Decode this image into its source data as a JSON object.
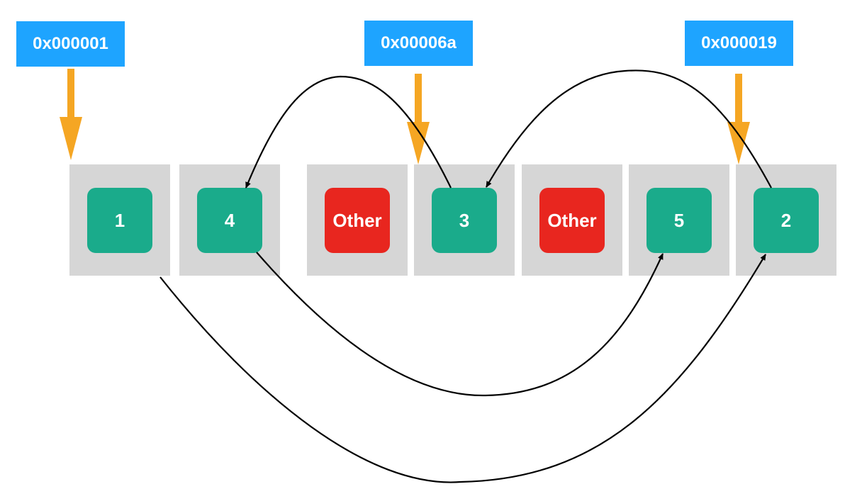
{
  "pointers": [
    {
      "id": "p1",
      "label": "0x000001",
      "target_slot": 0
    },
    {
      "id": "p2",
      "label": "0x00006a",
      "target_slot": 3
    },
    {
      "id": "p3",
      "label": "0x000019",
      "target_slot": 6
    }
  ],
  "slots": [
    {
      "kind": "element",
      "label": "1"
    },
    {
      "kind": "element",
      "label": "4"
    },
    {
      "kind": "other",
      "label": "Other"
    },
    {
      "kind": "element",
      "label": "3"
    },
    {
      "kind": "other",
      "label": "Other"
    },
    {
      "kind": "element",
      "label": "5"
    },
    {
      "kind": "element",
      "label": "2"
    }
  ],
  "links": [
    {
      "from": "1",
      "to": "2"
    },
    {
      "from": "2",
      "to": "3"
    },
    {
      "from": "3",
      "to": "4"
    },
    {
      "from": "4",
      "to": "5"
    }
  ],
  "colors": {
    "address_label": "#1ea4ff",
    "pointer_arrow": "#f5a623",
    "element_node": "#1aab8b",
    "other_node": "#e8261f",
    "slot": "#d6d6d6",
    "link": "#000000"
  }
}
